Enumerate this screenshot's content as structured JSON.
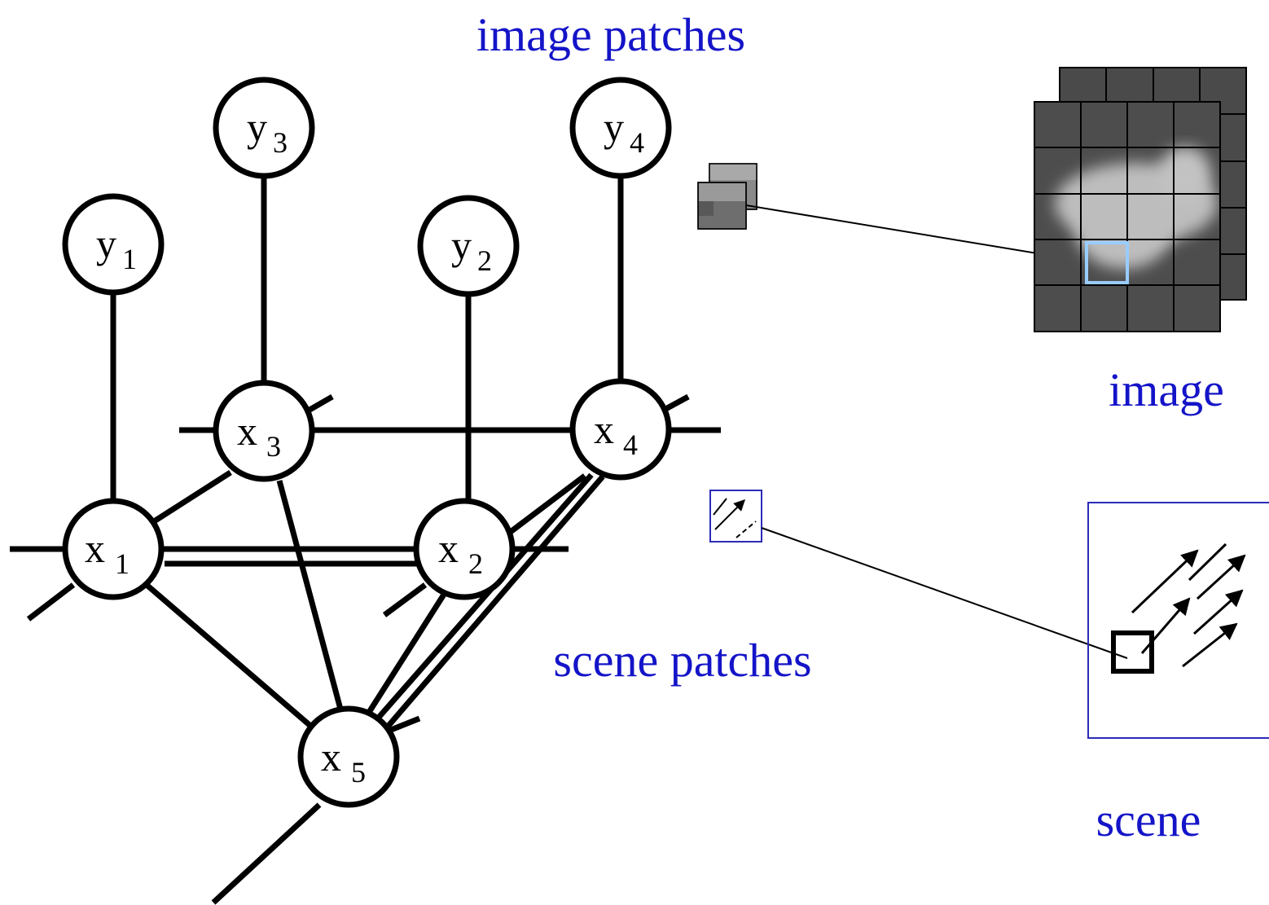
{
  "labels": {
    "image_patches": "image patches",
    "image": "image",
    "scene_patches": "scene patches",
    "scene": "scene"
  },
  "nodes": {
    "y1": {
      "letter": "y",
      "sub": "1"
    },
    "y2": {
      "letter": "y",
      "sub": "2"
    },
    "y3": {
      "letter": "y",
      "sub": "3"
    },
    "y4": {
      "letter": "y",
      "sub": "4"
    },
    "x1": {
      "letter": "x",
      "sub": "1"
    },
    "x2": {
      "letter": "x",
      "sub": "2"
    },
    "x3": {
      "letter": "x",
      "sub": "3"
    },
    "x4": {
      "letter": "x",
      "sub": "4"
    },
    "x5": {
      "letter": "x",
      "sub": "5"
    }
  },
  "colors": {
    "label": "#1414c8",
    "image_dark": "#4d4d4d",
    "image_light": "#bdbdbd",
    "highlight": "#99ccff",
    "scene_frame": "#2b2bb8"
  }
}
